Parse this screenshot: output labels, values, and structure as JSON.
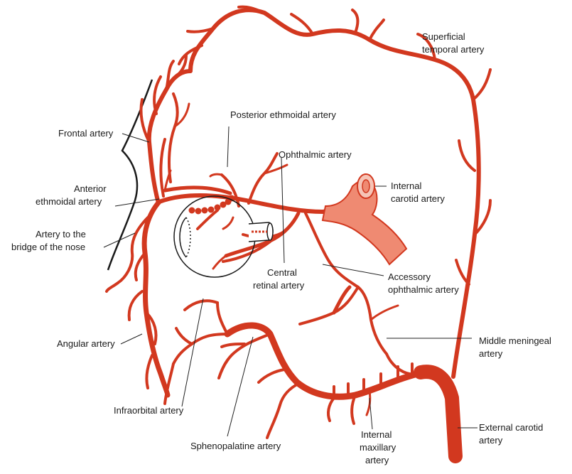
{
  "colors": {
    "artery": "#d2381f",
    "artery_light": "#ef8a72",
    "outline": "#1a1a1a",
    "background": "#ffffff"
  },
  "labels": {
    "superficial_temporal": [
      "Superficial",
      "temporal artery"
    ],
    "posterior_ethmoidal": [
      "Posterior ethmoidal artery"
    ],
    "frontal": [
      "Frontal artery"
    ],
    "ophthalmic": [
      "Ophthalmic artery"
    ],
    "anterior_ethmoidal": [
      "Anterior",
      "ethmoidal artery"
    ],
    "internal_carotid": [
      "Internal",
      "carotid artery"
    ],
    "bridge_of_nose": [
      "Artery to the",
      "bridge of the nose"
    ],
    "central_retinal": [
      "Central",
      "retinal artery"
    ],
    "accessory_ophthalmic": [
      "Accessory",
      "ophthalmic artery"
    ],
    "angular": [
      "Angular artery"
    ],
    "middle_meningeal": [
      "Middle meningeal",
      "artery"
    ],
    "infraorbital": [
      "Infraorbital artery"
    ],
    "sphenopalatine": [
      "Sphenopalatine artery"
    ],
    "internal_maxillary": [
      "Internal",
      "maxillary",
      "artery"
    ],
    "external_carotid": [
      "External carotid",
      "artery"
    ]
  }
}
